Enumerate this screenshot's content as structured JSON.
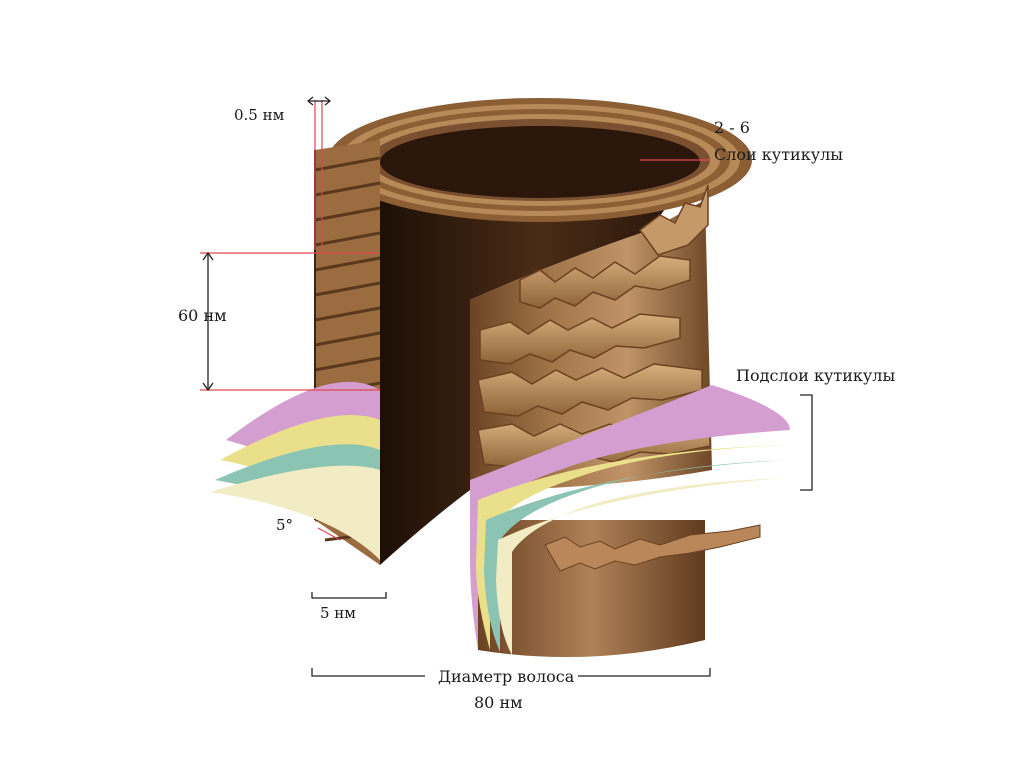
{
  "labels": {
    "layer_thickness": "0.5 нм",
    "layers_count": "2 - 6",
    "cuticle_layers": "Слои кутикулы",
    "period": "60 нм",
    "sublayers": "Подслои кутикулы",
    "angle": "5°",
    "step": "5 нм",
    "diameter": "Диаметр волоса",
    "diameter_value": "80 нм"
  },
  "colors": {
    "hair_brown": "#8a6038",
    "hair_dark": "#2a160a",
    "scale_light": "#c59a68",
    "sublayer_pink": "#d49fd0",
    "sublayer_yellow": "#eadf8a",
    "sublayer_teal": "#8cc4b4",
    "sublayer_cream": "#f2ecc4",
    "guide_red": "#e0474f",
    "guide_dark": "#222222"
  }
}
